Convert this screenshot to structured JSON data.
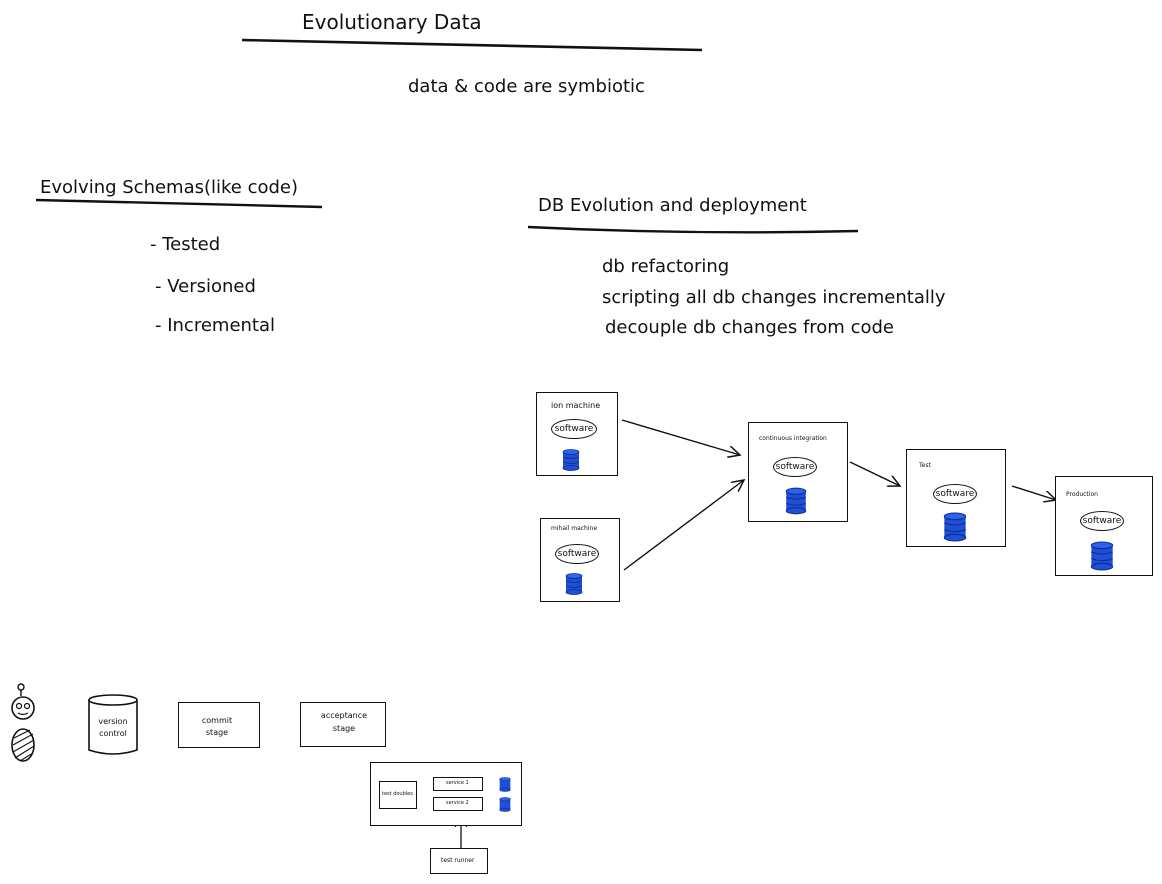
{
  "title": "Evolutionary Data",
  "subtitle": "data & code are symbiotic",
  "left_section": {
    "heading": "Evolving Schemas(like code)",
    "items": [
      "- Tested",
      "- Versioned",
      "- Incremental"
    ]
  },
  "right_section": {
    "heading": "DB Evolution and deployment",
    "items": [
      "db refactoring",
      "scripting all db changes incrementally",
      "decouple db changes from code"
    ]
  },
  "pipeline": {
    "machine1": {
      "label": "ion machine",
      "software": "software"
    },
    "machine2": {
      "label": "mihail machine",
      "software": "software"
    },
    "ci": {
      "label": "continuous integration",
      "software": "software"
    },
    "test": {
      "label": "Test",
      "software": "software"
    },
    "production": {
      "label": "Production",
      "software": "software"
    }
  },
  "stages": {
    "version_control": "version control",
    "commit_stage": "commit stage",
    "acceptance_stage": "acceptance stage",
    "test_doubles": "test doubles",
    "service1": "service 1",
    "service2": "service 2",
    "test_runner": "test runner"
  },
  "colors": {
    "ink": "#111111",
    "db_blue": "#1f4fd6",
    "db_dark": "#0b2d8a"
  },
  "icons": [
    "database-icon",
    "robot-figure-icon",
    "arrow-icon"
  ]
}
